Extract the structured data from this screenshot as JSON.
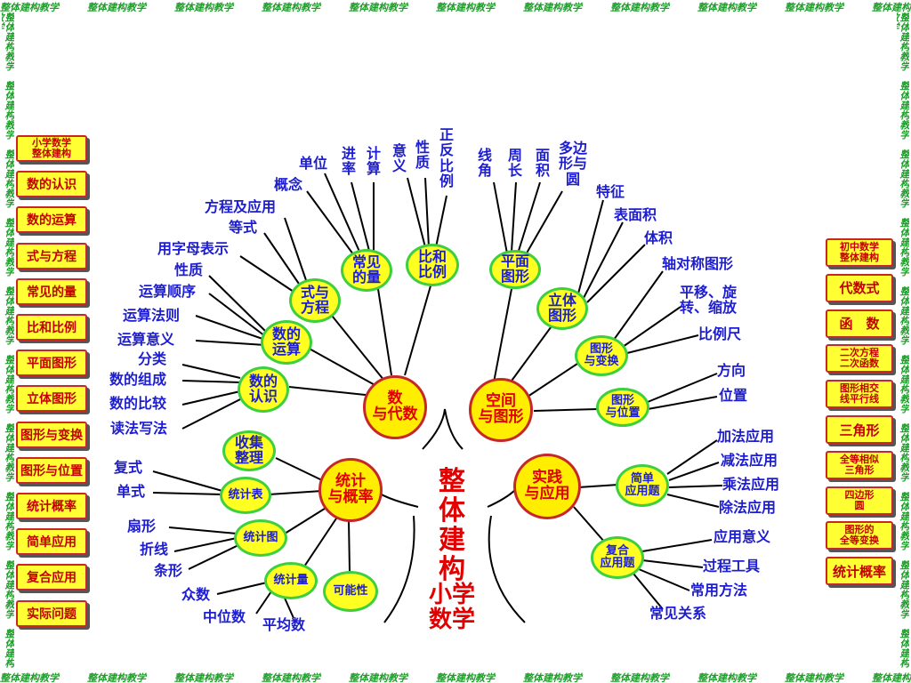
{
  "watermark": "整体建构教学",
  "left_menu": [
    {
      "label": "小学数学\n整体建构",
      "small": true
    },
    {
      "label": "数的认识"
    },
    {
      "label": "数的运算"
    },
    {
      "label": "式与方程"
    },
    {
      "label": "常见的量"
    },
    {
      "label": "比和比例"
    },
    {
      "label": "平面图形"
    },
    {
      "label": "立体图形"
    },
    {
      "label": "图形与变换"
    },
    {
      "label": "图形与位置"
    },
    {
      "label": "统计概率"
    },
    {
      "label": "简单应用"
    },
    {
      "label": "复合应用"
    },
    {
      "label": "实际问题"
    }
  ],
  "right_menu": [
    {
      "label": "初中数学\n整体建构",
      "small": true
    },
    {
      "label": "代数式"
    },
    {
      "label": "函　数"
    },
    {
      "label": "二次方程\n二次函数",
      "small": true
    },
    {
      "label": "图形相交\n线平行线",
      "small": true
    },
    {
      "label": "三角形"
    },
    {
      "label": "全等相似\n三角形",
      "small": true
    },
    {
      "label": "四边形\n圆",
      "small": true
    },
    {
      "label": "图形的\n全等变换",
      "small": true
    },
    {
      "label": "统计概率"
    }
  ],
  "center": {
    "title": "整\n体\n建\n构",
    "subtitle": "小学\n数学"
  },
  "main_nodes": {
    "number_algebra": "数\n与代数",
    "space_geometry": "空间\n与图形",
    "statistics": "统计\n与概率",
    "practice": "实践\n与应用"
  },
  "sub_nodes": {
    "shu_renshi": "数的\n认识",
    "shu_yunsuan": "数的\n运算",
    "shi_fangcheng": "式与\n方程",
    "changjian_liang": "常见\n的量",
    "bi_bili": "比和\n比例",
    "pingmian": "平面\n图形",
    "liti": "立体\n图形",
    "bianhuan": "图形\n与变换",
    "weizhi": "图形\n与位置",
    "tongjibiao": "统计表",
    "shouji": "收集\n整理",
    "tongjitu": "统计图",
    "tongjiliang": "统计量",
    "kenengxing": "可能性",
    "jiandan": "简单\n应用题",
    "fuhe": "复合\n应用题"
  },
  "leaves": {
    "renshi": [
      "分类",
      "数的组成",
      "数的比较",
      "读法写法"
    ],
    "yunsuan": [
      "性质",
      "运算顺序",
      "运算法则",
      "运算意义"
    ],
    "fangcheng": [
      "方程及应用",
      "等式",
      "用字母表示"
    ],
    "liang": [
      "单位",
      "概念",
      "进\n率",
      "计\n算"
    ],
    "bili": [
      "意\n义",
      "性\n质",
      "正\n反\n比\n例"
    ],
    "pingmian": [
      "线\n角",
      "周\n长",
      "面\n积",
      "多边\n形与\n圆"
    ],
    "liti": [
      "特征",
      "表面积",
      "体积"
    ],
    "bianhuan": [
      "轴对称图形",
      "平移、旋\n转、缩放",
      "比例尺"
    ],
    "weizhi": [
      "方向",
      "位置"
    ],
    "tongjibiao": [
      "复式",
      "单式"
    ],
    "tongjitu": [
      "扇形",
      "折线",
      "条形"
    ],
    "tongjiliang": [
      "众数",
      "中位数",
      "平均数"
    ],
    "jiandan": [
      "加法应用",
      "减法应用",
      "乘法应用",
      "除法应用"
    ],
    "fuhe": [
      "应用意义",
      "过程工具",
      "常用方法",
      "常见关系"
    ]
  }
}
